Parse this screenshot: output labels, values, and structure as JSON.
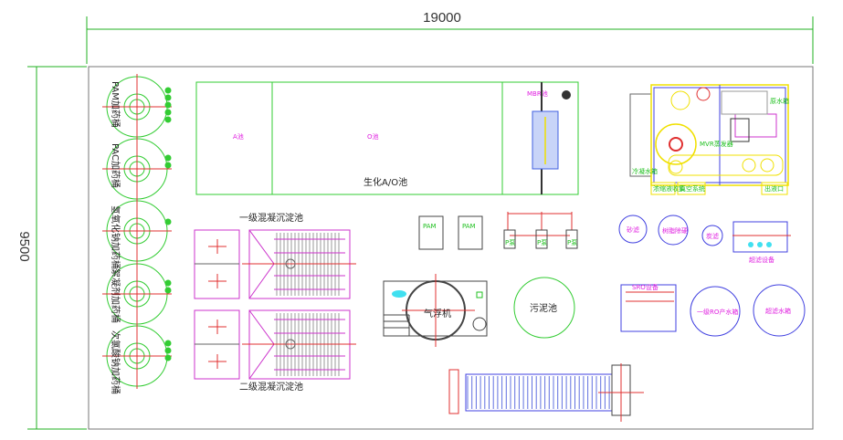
{
  "dimensions": {
    "width": "19000",
    "height": "9500"
  },
  "dosing_tanks": [
    {
      "label": "PAM加药桶"
    },
    {
      "label": "PAC加药桶"
    },
    {
      "label": "氢氧化钠加药桶"
    },
    {
      "label": "絮凝剂加药桶"
    },
    {
      "label": "次氯酸钠加药桶"
    }
  ],
  "ao_pool": {
    "title": "生化A/O池",
    "a_label": "A池",
    "o_label": "O池",
    "mbr_label": "MBR池"
  },
  "sedimentation": {
    "first": "一级混凝沉淀池",
    "second": "二级混凝沉淀池"
  },
  "dosing_boxes": [
    "PAM",
    "PAM"
  ],
  "pumps": [
    "P泵",
    "P泵",
    "P泵"
  ],
  "air_flotation": "气浮机",
  "sludge_pool": "污泥池",
  "mvr": {
    "label": "MVR蒸发器",
    "tags": [
      "原水箱",
      "冷凝水箱",
      "浓缩液收集",
      "真空系统",
      "出液口"
    ]
  },
  "water_treatment": {
    "sand_filter": "砂滤",
    "resin_softener": "树脂除硬",
    "carbon_filter": "炭滤",
    "uf_equipment": "超滤设备",
    "ro_equipment": "SRO设备",
    "ro_tank": "一级RO产水箱",
    "uf_tank": "超滤水箱"
  },
  "colors": {
    "green": "#33cc33",
    "magenta": "#cc33cc",
    "red": "#e03030",
    "blue": "#4040e0",
    "yellow": "#f0e000"
  }
}
